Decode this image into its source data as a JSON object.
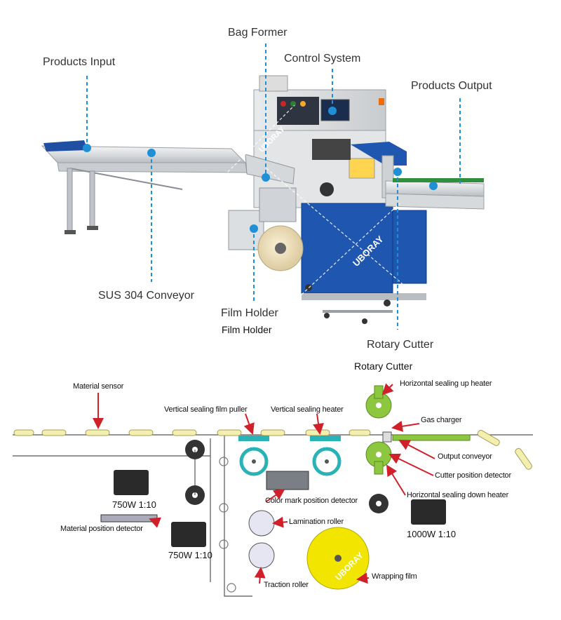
{
  "machine_callouts": {
    "bag_former": "Bag Former",
    "products_input": "Products Input",
    "control_system": "Control System",
    "products_output": "Products Output",
    "sus_conveyor": "SUS 304 Conveyor",
    "film_holder": "Film Holder",
    "film_holder_caption": "Film Holder",
    "rotary_cutter": "Rotary Cutter",
    "rotary_cutter_caption": "Rotary Cutter"
  },
  "watermark": "UBORAY",
  "diagram_labels": {
    "material_sensor": "Material sensor",
    "vertical_sealing_film_puller": "Vertical sealing film puller",
    "vertical_sealing_heater": "Vertical sealing heater",
    "horizontal_sealing_up_heater": "Horizontal sealing up heater",
    "gas_charger": "Gas charger",
    "output_conveyor": "Output conveyor",
    "cutter_position_detector": "Cutter position detector",
    "horizontal_sealing_down_heater": "Horizontal sealing down heater",
    "color_mark_position_detector": "Color mark position detector",
    "lamination_roller": "Lamination roller",
    "traction_roller": "Traction roller",
    "wrapping_film": "Wrapping film",
    "material_position_detector": "Material position detector"
  },
  "motors": {
    "motor_1": "750W 1:10",
    "motor_2": "750W 1:10",
    "motor_3": "1000W 1:10"
  },
  "colors": {
    "callout_line": "#1f8fd6",
    "arrow_red": "#d0202a",
    "sealer_green": "#8dc63f",
    "teal": "#29b3b6",
    "film_yellow": "#f2e600",
    "product_yellow": "#f3efb0"
  }
}
